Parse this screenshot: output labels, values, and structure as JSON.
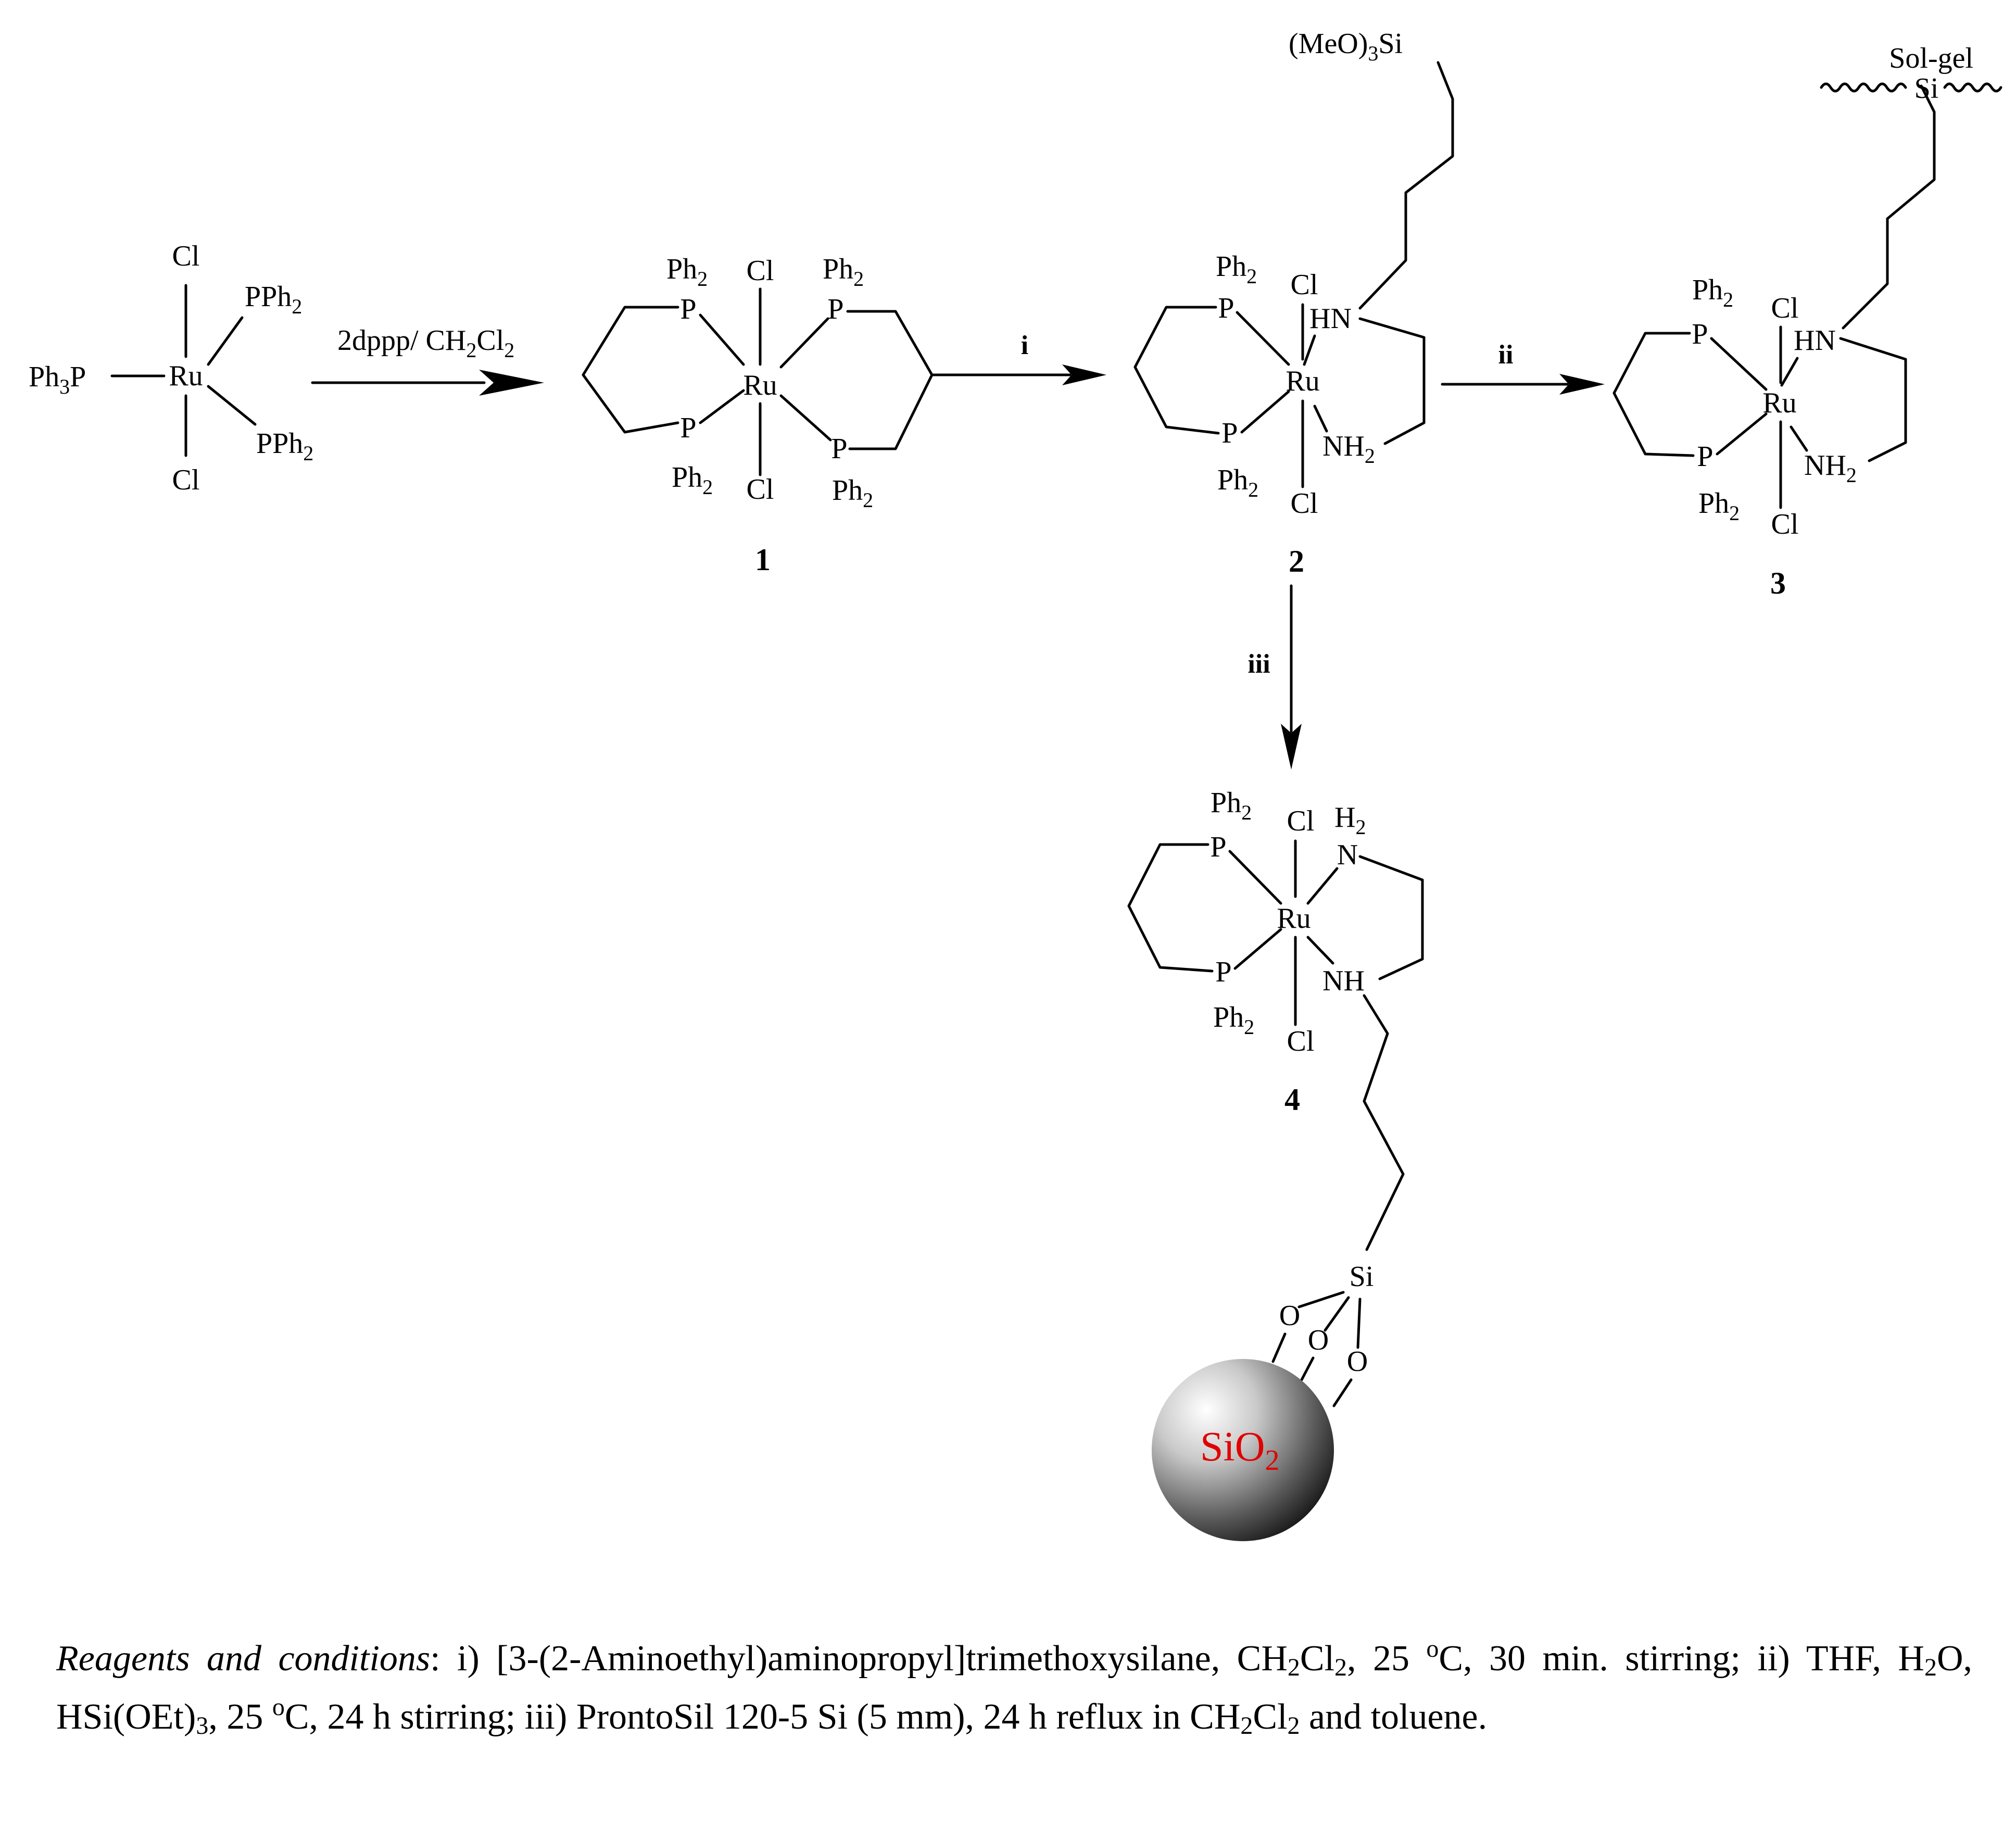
{
  "labels": {
    "cl": "Cl",
    "ru": "Ru",
    "p": "P",
    "ph": "Ph",
    "two": "2",
    "three": "3",
    "pph": "PPh",
    "ph3p_main": "Ph",
    "ph3p_tail": "P",
    "hn": "HN",
    "nh": "NH",
    "h2": "H",
    "n": "N",
    "nh_plain": "NH",
    "meo_open": "(MeO)",
    "meo_tail": "Si",
    "solgel": "Sol-gel",
    "si": "Si",
    "o": "O",
    "sio": "SiO"
  },
  "compounds": [
    "1",
    "2",
    "3",
    "4"
  ],
  "reaction": {
    "step0": {
      "main": "2dppp/ CH",
      "c": "Cl"
    },
    "step_i": "i",
    "step_ii": "ii",
    "step_iii": "iii"
  },
  "colors": {
    "sio2_text": "#e00000",
    "sphere_light": "#ffffff",
    "sphere_dark": "#1a1a1a"
  },
  "caption": {
    "heading": "Reagents and conditions",
    "colon": ":",
    "p1": " i) [3-(2-Aminoethyl)aminopropyl]trimethoxysilane, CH",
    "p2": "Cl",
    "p3": ", 25 ",
    "deg": "o",
    "p4": "C, 30 min. stirring; ii) THF, H",
    "p5": "O, HSi(OEt)",
    "p6": ", 25 ",
    "p7": "C, 24 h stirring; iii) ProntoSil 120-5 Si (5 mm), 24 h reflux in CH",
    "p8": "Cl",
    "p9": " and toluene.",
    "sub2": "2",
    "sub3": "3"
  }
}
